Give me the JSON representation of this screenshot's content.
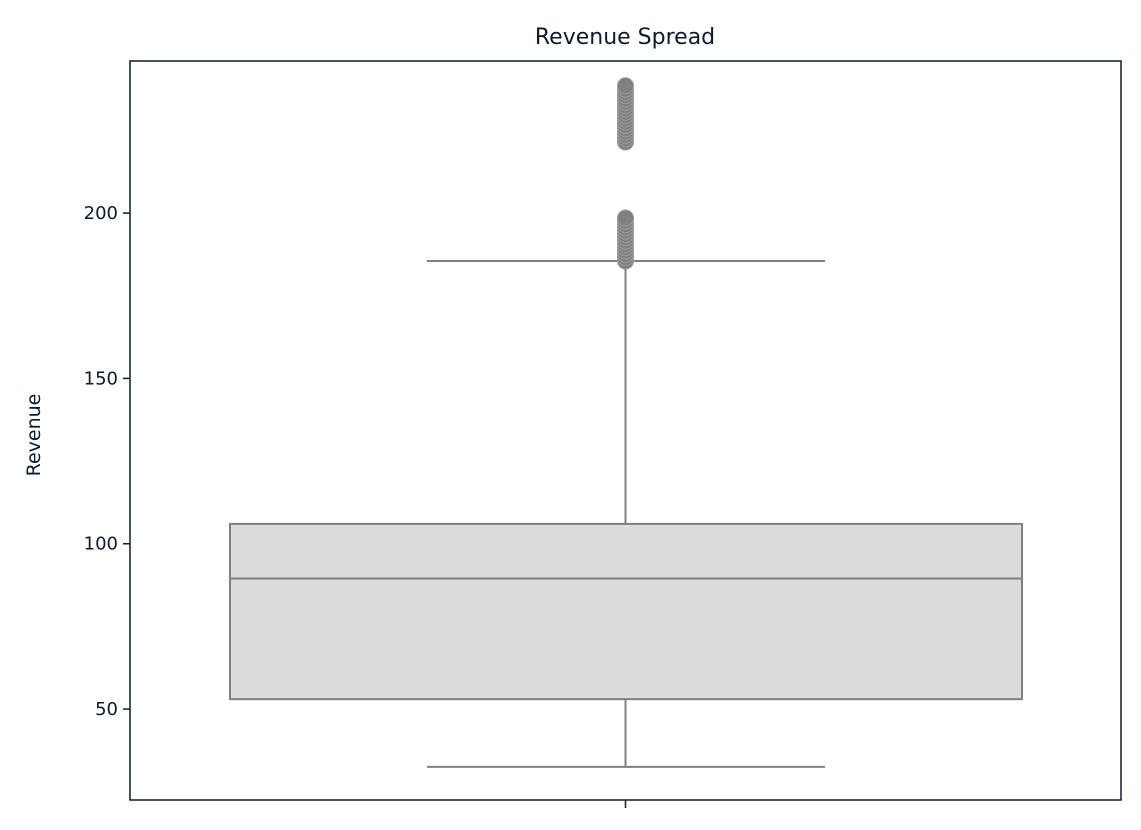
{
  "chart_data": {
    "type": "box",
    "title": "Revenue Spread",
    "xlabel": "",
    "ylabel": "Revenue",
    "ylim": [
      22.5,
      246
    ],
    "yticks": [
      50,
      100,
      150,
      200
    ],
    "grid": false,
    "box": {
      "min_whisker": 32.5,
      "q1": 53,
      "median": 89.5,
      "q3": 106,
      "max_whisker": 185.5
    },
    "outliers": [
      185.5,
      186.5,
      187.5,
      188.5,
      189.5,
      190.5,
      191.5,
      192.5,
      193.5,
      194.5,
      195.5,
      196.5,
      197.5,
      198.5,
      221.5,
      222.5,
      223.5,
      224.5,
      225.5,
      226.5,
      227.5,
      228.5,
      229.5,
      230.5,
      231.5,
      232.5,
      233.5,
      234.5,
      235.5,
      236.5,
      237.5,
      238.5
    ],
    "colors": {
      "box_fill": "#dcdcdc",
      "line": "#808080",
      "axis": "#0b1a2e",
      "text": "#0b1a2e"
    }
  }
}
